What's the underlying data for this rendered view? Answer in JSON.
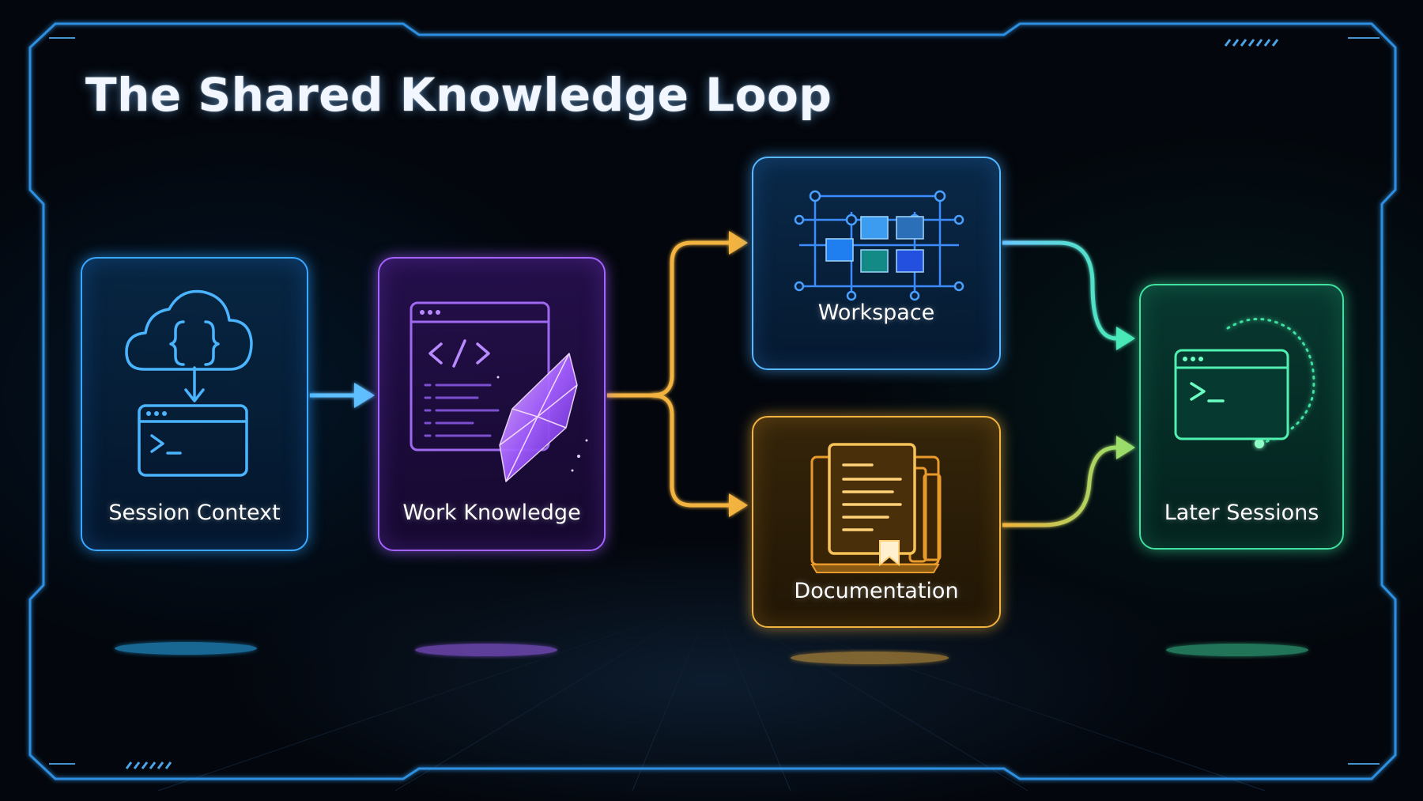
{
  "title": "The Shared Knowledge Loop",
  "nodes": {
    "session_context": {
      "label": "Session Context",
      "icon": "cloud-to-terminal-icon",
      "color": "#3aa8ff"
    },
    "work_knowledge": {
      "label": "Work Knowledge",
      "icon": "code-window-crystal-icon",
      "color": "#a463ff"
    },
    "workspace": {
      "label": "Workspace",
      "icon": "workspace-grid-icon",
      "color": "#56b8ff"
    },
    "documentation": {
      "label": "Documentation",
      "icon": "document-stack-icon",
      "color": "#f2b340"
    },
    "later_sessions": {
      "label": "Later Sessions",
      "icon": "terminal-refresh-icon",
      "color": "#3fe0a0"
    }
  },
  "edges": [
    {
      "from": "session_context",
      "to": "work_knowledge"
    },
    {
      "from": "work_knowledge",
      "to": "workspace"
    },
    {
      "from": "work_knowledge",
      "to": "documentation"
    },
    {
      "from": "workspace",
      "to": "later_sessions"
    },
    {
      "from": "documentation",
      "to": "later_sessions"
    }
  ]
}
